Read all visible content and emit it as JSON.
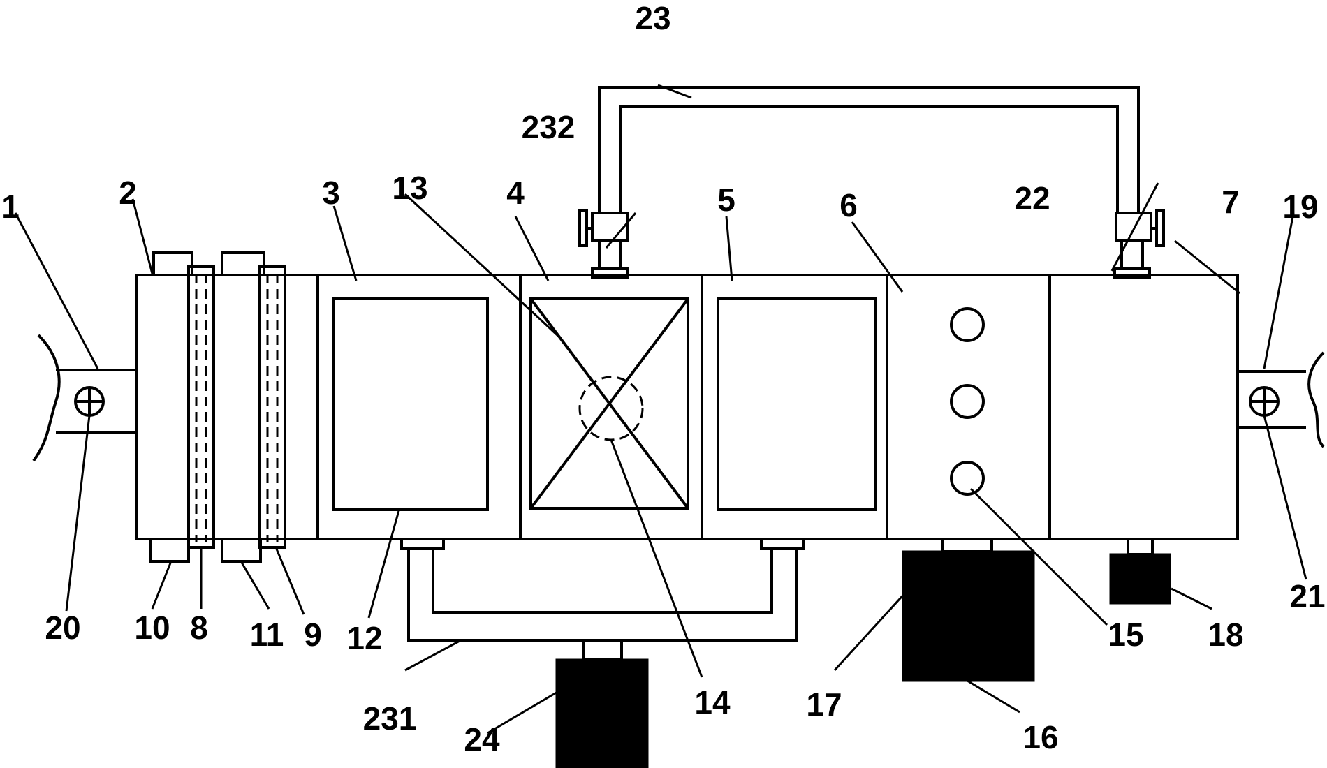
{
  "labels": {
    "l1": "1",
    "l2": "2",
    "l3": "3",
    "l4": "4",
    "l5": "5",
    "l6": "6",
    "l7": "7",
    "l8": "8",
    "l9": "9",
    "l10": "10",
    "l11": "11",
    "l12": "12",
    "l13": "13",
    "l14": "14",
    "l15": "15",
    "l16": "16",
    "l17": "17",
    "l18": "18",
    "l19": "19",
    "l20": "20",
    "l21": "21",
    "l22": "22",
    "l23": "23",
    "l231": "231",
    "l232": "232",
    "l24": "24"
  }
}
